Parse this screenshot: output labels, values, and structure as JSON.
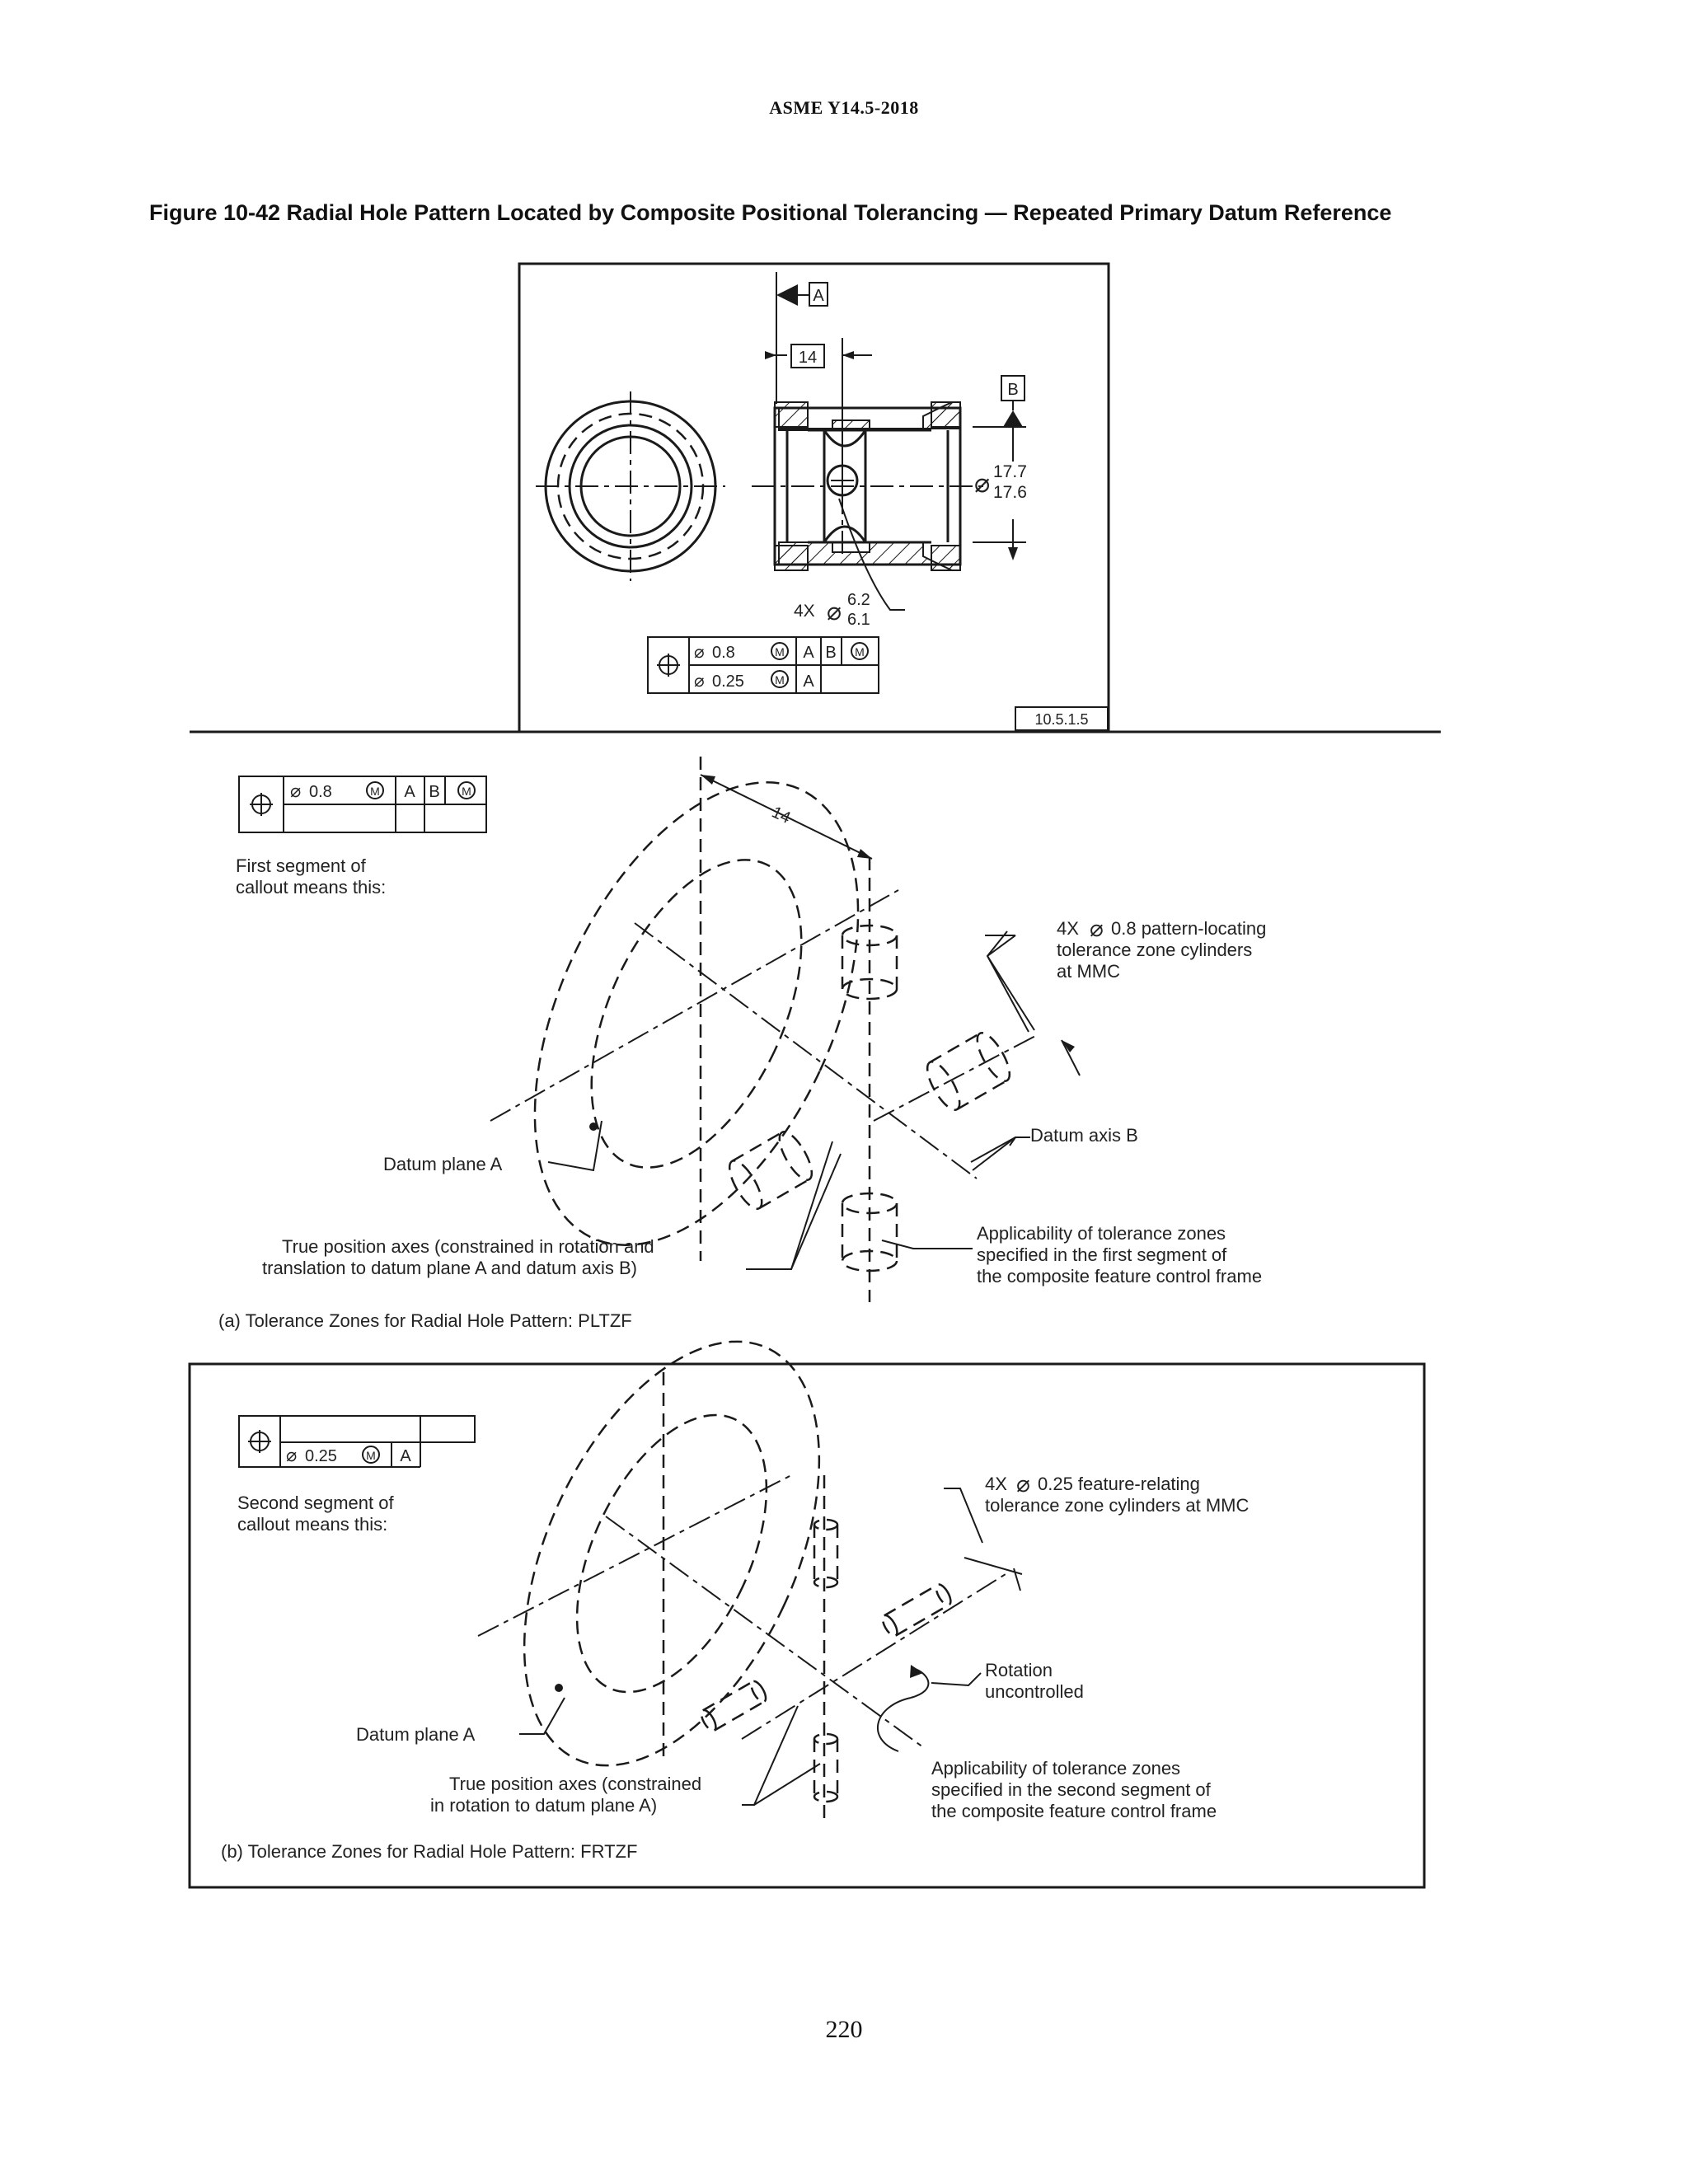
{
  "page": {
    "header": "ASME Y14.5-2018",
    "figure_title": "Figure 10-42 Radial Hole Pattern Located by Composite Positional Tolerancing — Repeated Primary Datum Reference",
    "page_number": "220"
  },
  "drawing": {
    "datum_a": "A",
    "datum_b": "B",
    "dim_14": "14",
    "dia_upper": "17.7",
    "dia_lower": "17.6",
    "hole_prefix": "4X",
    "hole_upper": "6.2",
    "hole_lower": "6.1",
    "fcf_row1": {
      "tol": "0.8",
      "ref1": "A",
      "ref2": "B"
    },
    "fcf_row2": {
      "tol": "0.25",
      "ref1": "A"
    },
    "ref_code": "10.5.1.5"
  },
  "panel_a": {
    "fcf": {
      "tol": "0.8",
      "ref1": "A",
      "ref2": "B"
    },
    "segment_note_1": "First segment of",
    "segment_note_2": "callout means this:",
    "dim_14": "14",
    "zone_label_1": "4X",
    "zone_label_1b": "0.8  pattern-locating",
    "zone_label_2": "tolerance  zone  cylinders",
    "zone_label_3": "at  MMC",
    "datum_axis": "Datum  axis  B",
    "datum_plane": "Datum  plane  A",
    "true_pos_1": "True  position  axes  (constrained  in  rotation  and",
    "true_pos_2": "translation  to  datum  plane  A  and  datum  axis  B)",
    "applic_1": "Applicability  of  tolerance  zones",
    "applic_2": "specified  in  the  first  segment  of",
    "applic_3": "the  composite  feature  control  frame",
    "caption": "(a)  Tolerance  Zones  for  Radial  Hole  Pattern:  PLTZF"
  },
  "panel_b": {
    "fcf": {
      "tol": "0.25",
      "ref1": "A"
    },
    "segment_note_1": "Second  segment  of",
    "segment_note_2": "callout  means  this:",
    "zone_label_1": "4X",
    "zone_label_1b": "0.25  feature-relating",
    "zone_label_2": "tolerance  zone  cylinders  at  MMC",
    "rotation_1": "Rotation",
    "rotation_2": "uncontrolled",
    "datum_plane": "Datum  plane  A",
    "true_pos_1": "True  position  axes  (constrained",
    "true_pos_2": "in  rotation  to  datum  plane  A)",
    "applic_1": "Applicability  of  tolerance  zones",
    "applic_2": "specified  in  the  second  segment  of",
    "applic_3": "the  composite  feature  control  frame",
    "caption": "(b)  Tolerance  Zones  for  Radial  Hole  Pattern:  FRTZF"
  }
}
